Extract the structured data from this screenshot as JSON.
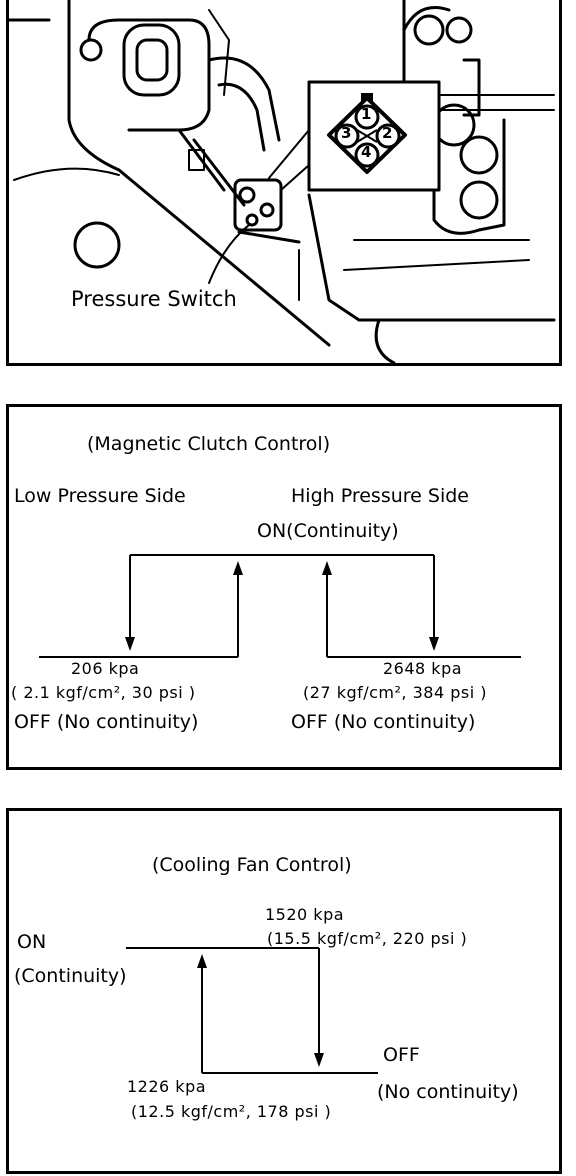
{
  "illustration": {
    "callout": "Pressure Switch",
    "pins": [
      "1",
      "2",
      "3",
      "4"
    ]
  },
  "clutch": {
    "title": "(Magnetic Clutch Control)",
    "low_side": "Low Pressure Side",
    "high_side": "High Pressure Side",
    "on_label": "ON(Continuity)",
    "low_value": "206 kpa",
    "low_units": "( 2.1 kgf/cm², 30 psi )",
    "low_off": "OFF (No continuity)",
    "high_value": "2648 kpa",
    "high_units": "(27 kgf/cm², 384 psi )",
    "high_off": "OFF (No continuity)"
  },
  "fan": {
    "title": "(Cooling Fan Control)",
    "on": "ON",
    "on_sub": "(Continuity)",
    "upper_value": "1520 kpa",
    "upper_units": "(15.5 kgf/cm², 220 psi )",
    "off": "OFF",
    "off_sub": "(No continuity)",
    "lower_value": "1226 kpa",
    "lower_units": "(12.5 kgf/cm², 178 psi )"
  }
}
